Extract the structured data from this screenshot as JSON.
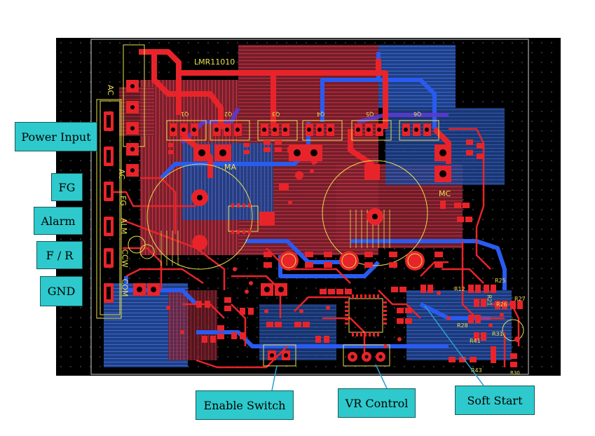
{
  "board": {
    "ic_label": "LMR11010",
    "connector_labels": [
      "AC",
      "AC",
      "FG",
      "ALM",
      "CCW",
      "COM"
    ],
    "mosfet_labels": [
      "Q1",
      "Q2",
      "Q3",
      "Q4",
      "Q5",
      "Q6"
    ],
    "cap_labels": [
      "MA",
      "MC"
    ],
    "resistor_labels": [
      "R25",
      "R12",
      "R21",
      "R26",
      "R27",
      "R28",
      "R30",
      "R31",
      "R41",
      "R43"
    ]
  },
  "callouts": {
    "power_input": "Power Input",
    "fg": "FG",
    "alarm": "Alarm",
    "f_r": "F / R",
    "gnd": "GND",
    "enable_switch": "Enable Switch",
    "vr_control": "VR Control",
    "soft_start": "Soft Start"
  },
  "colors": {
    "board_bg": "#000000",
    "top_copper": "#e8242a",
    "bottom_copper": "#2255ee",
    "pad": "#e8242a",
    "silkscreen": "#e8e050",
    "callout_fill": "#2ec9cc",
    "leader": "#2a9fd0"
  }
}
